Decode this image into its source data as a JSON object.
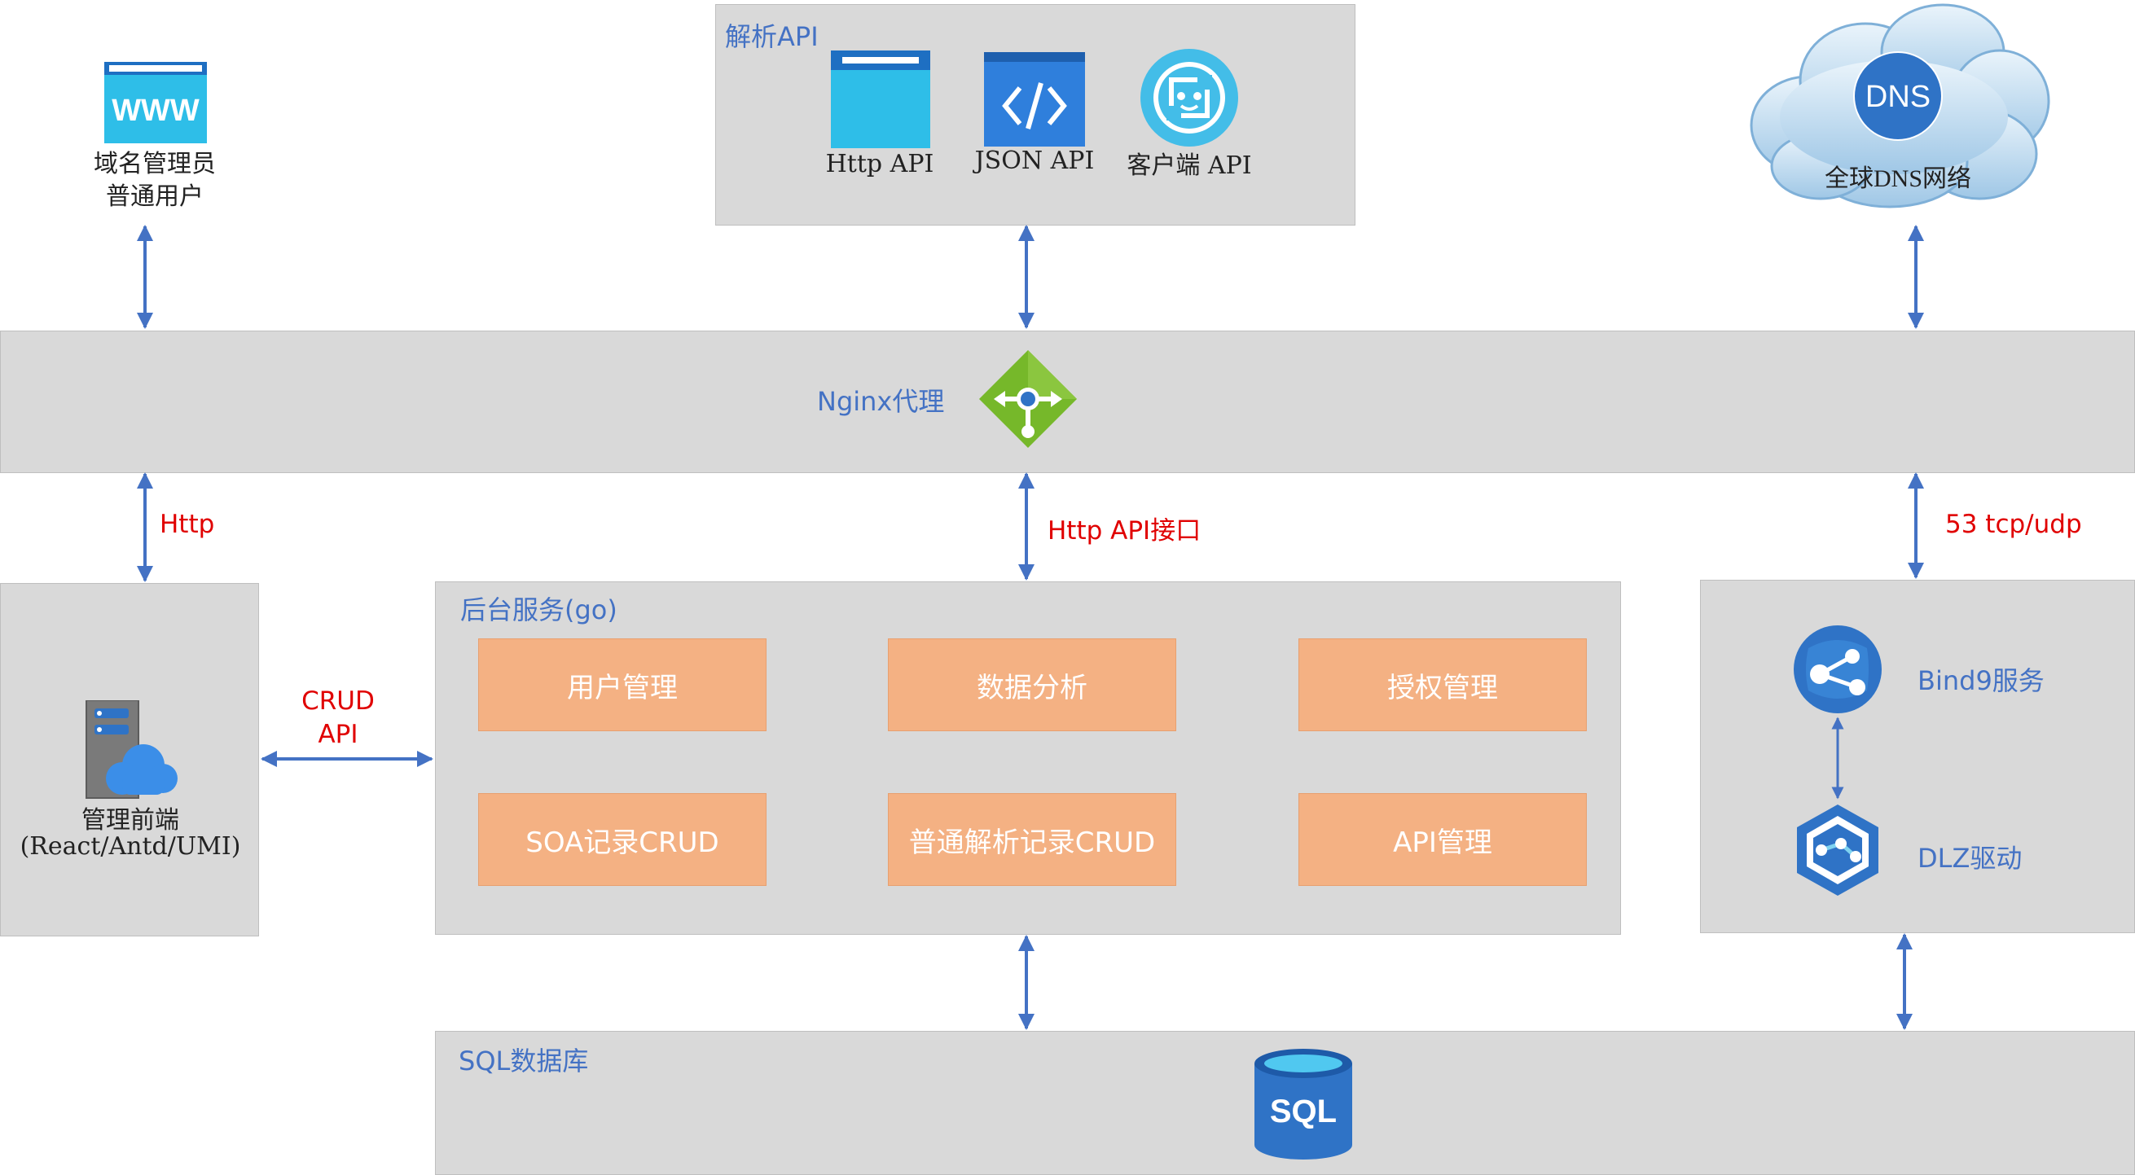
{
  "parse_api": {
    "title": "解析API",
    "items": [
      {
        "label": "Http API",
        "icon": "browser-window-icon"
      },
      {
        "label": "JSON API",
        "icon": "code-icon"
      },
      {
        "label": "客户端 API",
        "icon": "bot-icon"
      }
    ]
  },
  "users": {
    "line1": "域名管理员",
    "line2": "普通用户",
    "icon": "www-icon"
  },
  "dns_cloud": {
    "badge": "DNS",
    "label": "全球DNS网络",
    "icon": "cloud-icon"
  },
  "nginx": {
    "label": "Nginx代理",
    "icon": "load-balancer-icon"
  },
  "connections": {
    "http": "Http",
    "http_api": "Http API接口",
    "tcp_udp": "53 tcp/udp",
    "crud_line1": "CRUD",
    "crud_line2": "API"
  },
  "frontend": {
    "line1": "管理前端",
    "line2": "(React/Antd/UMI)",
    "icon": "server-cloud-icon"
  },
  "backend": {
    "title": "后台服务(go)",
    "modules": [
      "用户管理",
      "数据分析",
      "授权管理",
      "SOA记录CRUD",
      "普通解析记录CRUD",
      "API管理"
    ]
  },
  "bind": {
    "service": "Bind9服务",
    "driver": "DLZ驱动",
    "service_icon": "web-app-icon",
    "driver_icon": "dlz-hexagon-icon"
  },
  "sql": {
    "title": "SQL数据库",
    "badge": "SQL",
    "icon": "sql-database-icon"
  },
  "colors": {
    "box": "#d9d9d9",
    "module": "#f4b183",
    "arrow": "#4472c4",
    "title": "#4472c4",
    "accent_red": "#e00000"
  }
}
